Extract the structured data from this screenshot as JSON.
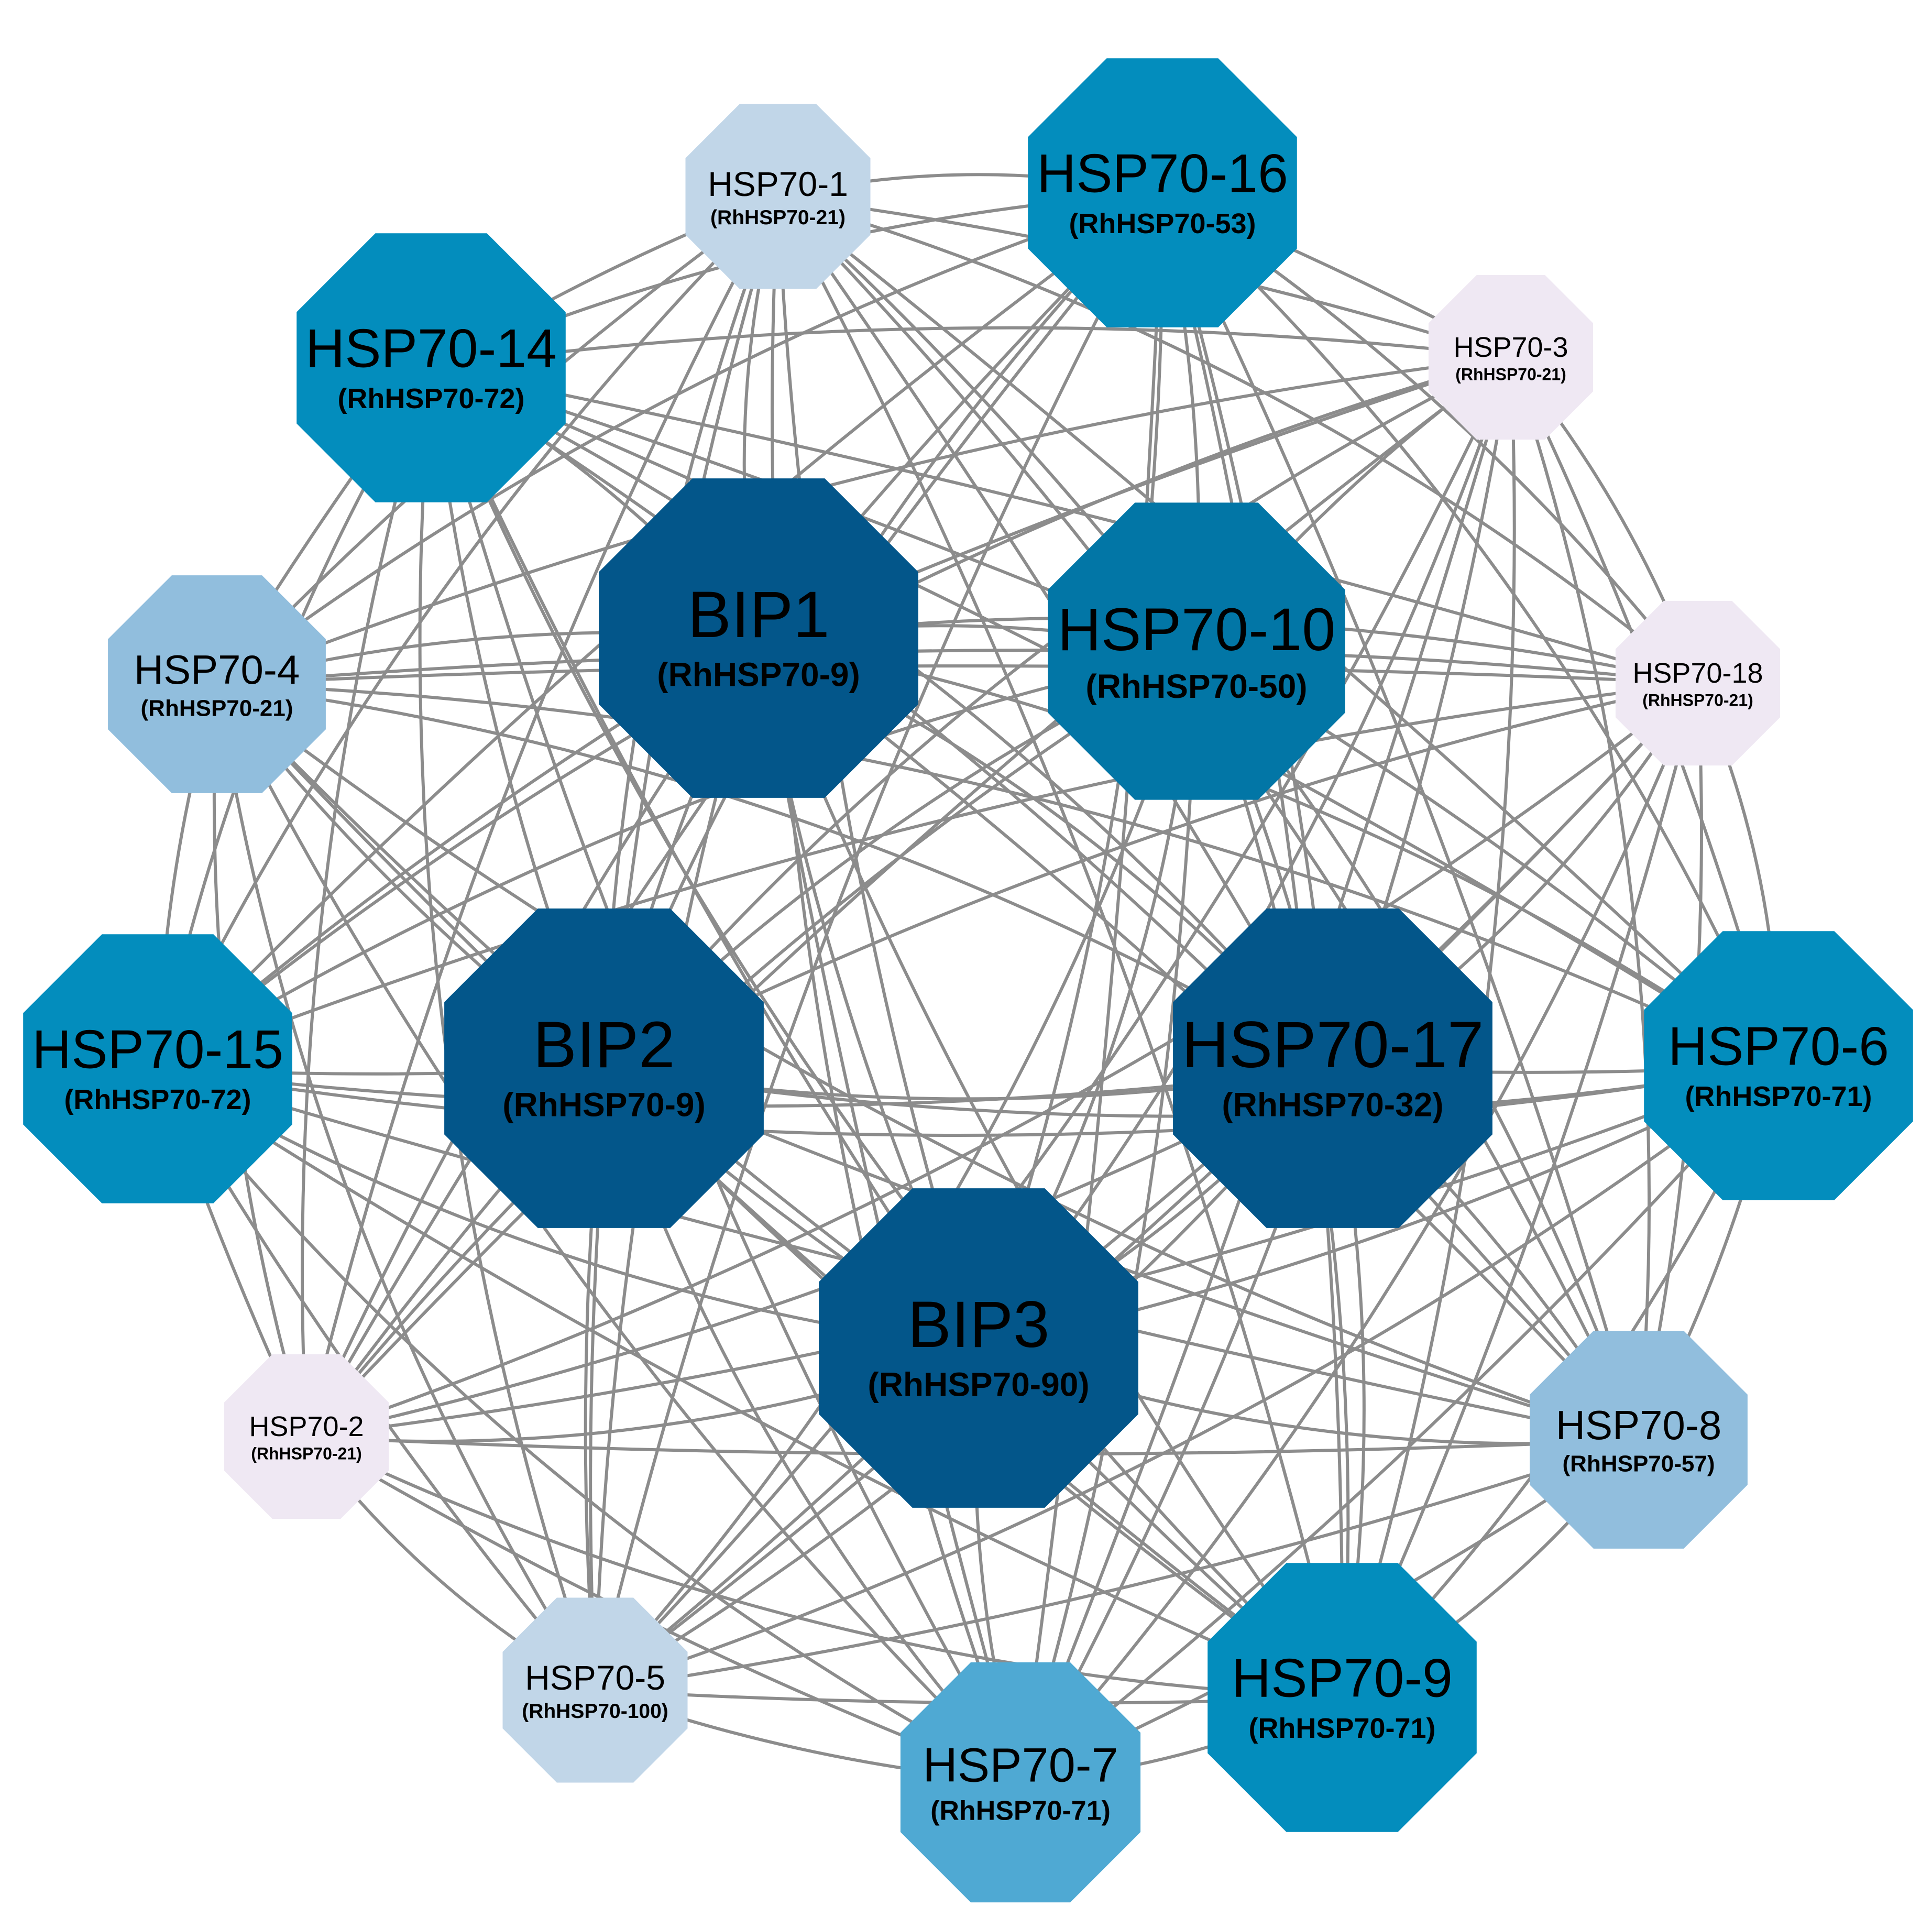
{
  "nodes": [
    {
      "id": "BIP1",
      "name": "BIP1",
      "sub": "(RhHSP70-9)",
      "color": "#03568a",
      "tier": 1
    },
    {
      "id": "HSP70-10",
      "name": "HSP70-10",
      "sub": "(RhHSP70-50)",
      "color": "#0276a6",
      "tier": 2
    },
    {
      "id": "BIP2",
      "name": "BIP2",
      "sub": "(RhHSP70-9)",
      "color": "#03568a",
      "tier": 1
    },
    {
      "id": "HSP70-17",
      "name": "HSP70-17",
      "sub": "(RhHSP70-32)",
      "color": "#03568a",
      "tier": 1
    },
    {
      "id": "BIP3",
      "name": "BIP3",
      "sub": "(RhHSP70-90)",
      "color": "#03568a",
      "tier": 1
    },
    {
      "id": "HSP70-16",
      "name": "HSP70-16",
      "sub": "(RhHSP70-53)",
      "color": "#038dbd",
      "tier": 3
    },
    {
      "id": "HSP70-14",
      "name": "HSP70-14",
      "sub": "(RhHSP70-72)",
      "color": "#038dbd",
      "tier": 3
    },
    {
      "id": "HSP70-15",
      "name": "HSP70-15",
      "sub": "(RhHSP70-72)",
      "color": "#038dbd",
      "tier": 3
    },
    {
      "id": "HSP70-6",
      "name": "HSP70-6",
      "sub": "(RhHSP70-71)",
      "color": "#038dbd",
      "tier": 3
    },
    {
      "id": "HSP70-9",
      "name": "HSP70-9",
      "sub": "(RhHSP70-71)",
      "color": "#038dbd",
      "tier": 3
    },
    {
      "id": "HSP70-7",
      "name": "HSP70-7",
      "sub": "(RhHSP70-71)",
      "color": "#4fa9d3",
      "tier": 4
    },
    {
      "id": "HSP70-4",
      "name": "HSP70-4",
      "sub": "(RhHSP70-21)",
      "color": "#91bedd",
      "tier": 5
    },
    {
      "id": "HSP70-8",
      "name": "HSP70-8",
      "sub": "(RhHSP70-57)",
      "color": "#91bedd",
      "tier": 5
    },
    {
      "id": "HSP70-1",
      "name": "HSP70-1",
      "sub": "(RhHSP70-21)",
      "color": "#c1d6e8",
      "tier": 6
    },
    {
      "id": "HSP70-5",
      "name": "HSP70-5",
      "sub": "(RhHSP70-100)",
      "color": "#c1d6e8",
      "tier": 6
    },
    {
      "id": "HSP70-3",
      "name": "HSP70-3",
      "sub": "(RhHSP70-21)",
      "color": "#efe8f3",
      "tier": 7
    },
    {
      "id": "HSP70-18",
      "name": "HSP70-18",
      "sub": "(RhHSP70-21)",
      "color": "#efe8f3",
      "tier": 7
    },
    {
      "id": "HSP70-2",
      "name": "HSP70-2",
      "sub": "(RhHSP70-21)",
      "color": "#efe8f3",
      "tier": 7
    }
  ],
  "edge_color": "#8c8c8c",
  "network": "complete"
}
